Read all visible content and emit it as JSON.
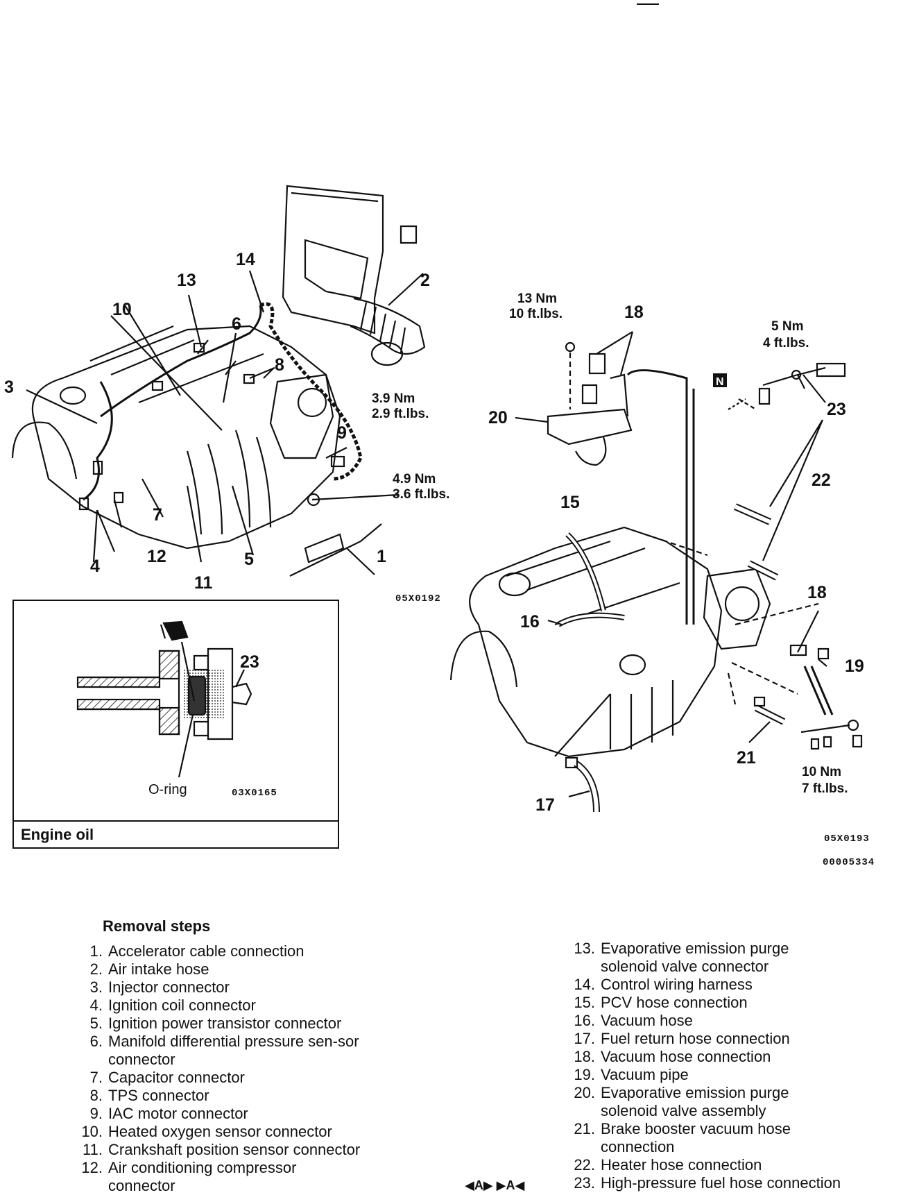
{
  "figure": {
    "callouts": [
      "1",
      "2",
      "3",
      "4",
      "5",
      "6",
      "7",
      "8",
      "9",
      "10",
      "11",
      "12",
      "13",
      "14",
      "15",
      "16",
      "17",
      "18",
      "19",
      "20",
      "21",
      "22",
      "23"
    ],
    "torque_specs": {
      "t_3_9": [
        "3.9 Nm",
        "2.9 ft.lbs."
      ],
      "t_4_9": [
        "4.9 Nm",
        "3.6 ft.lbs."
      ],
      "t_13": [
        "13 Nm",
        "10 ft.lbs."
      ],
      "t_5": [
        "5 Nm",
        "4 ft.lbs."
      ],
      "t_10": [
        "10 Nm",
        "7 ft.lbs."
      ]
    },
    "n_marker": "N",
    "codes": {
      "left_drawing": "05X0192",
      "right_drawing": "05X0193",
      "inset_drawing": "03X0165",
      "page": "00005334"
    },
    "inset": {
      "callout": "23",
      "o_ring_label": "O-ring",
      "caption": "Engine oil"
    }
  },
  "removal": {
    "title": "Removal steps",
    "steps_left": [
      {
        "n": "1.",
        "text": "Accelerator cable connection"
      },
      {
        "n": "2.",
        "text": "Air intake hose"
      },
      {
        "n": "3.",
        "text": "Injector connector"
      },
      {
        "n": "4.",
        "text": "Ignition coil connector"
      },
      {
        "n": "5.",
        "text": "Ignition power transistor connector"
      },
      {
        "n": "6.",
        "text": "Manifold differential pressure sen-sor connector"
      },
      {
        "n": "7.",
        "text": "Capacitor connector"
      },
      {
        "n": "8.",
        "text": "TPS connector"
      },
      {
        "n": "9.",
        "text": "IAC motor connector"
      },
      {
        "n": "10.",
        "text": "Heated oxygen sensor connector"
      },
      {
        "n": "11.",
        "text": "Crankshaft position sensor connector"
      },
      {
        "n": "12.",
        "text": "Air conditioning compressor connector"
      }
    ],
    "steps_right": [
      {
        "n": "13.",
        "text": "Evaporative emission purge solenoid valve connector"
      },
      {
        "n": "14.",
        "text": "Control wiring harness"
      },
      {
        "n": "15.",
        "text": "PCV hose connection"
      },
      {
        "n": "16.",
        "text": "Vacuum hose"
      },
      {
        "n": "17.",
        "text": "Fuel return hose connection"
      },
      {
        "n": "18.",
        "text": "Vacuum hose connection"
      },
      {
        "n": "19.",
        "text": "Vacuum pipe"
      },
      {
        "n": "20.",
        "text": "Evaporative emission purge solenoid valve assembly"
      },
      {
        "n": "21.",
        "text": "Brake booster vacuum hose connection"
      },
      {
        "n": "22.",
        "text": "Heater hose connection"
      },
      {
        "n": "23.",
        "text": "High-pressure fuel hose connection"
      }
    ],
    "step_markers": "◀A▶  ▶A◀"
  }
}
